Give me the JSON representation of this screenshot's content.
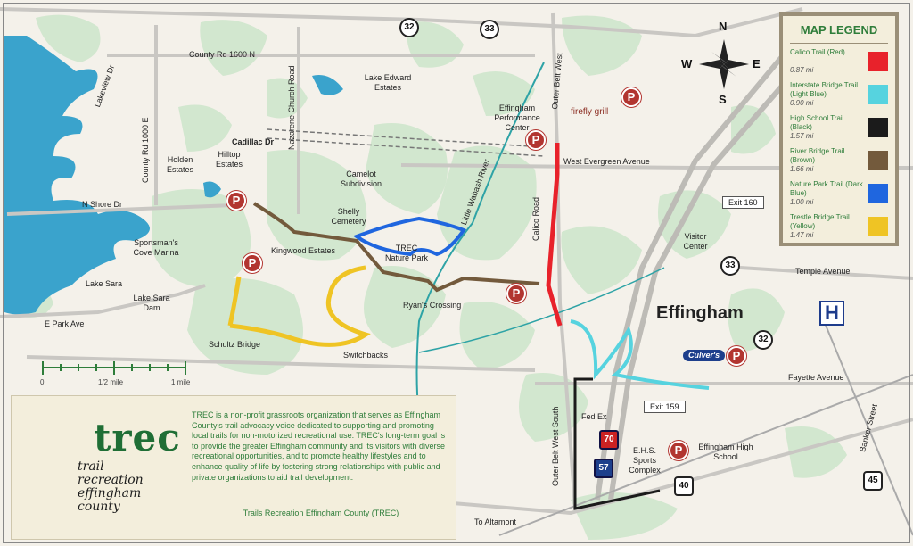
{
  "legend": {
    "title": "MAP LEGEND",
    "items": [
      {
        "name": "Calico Trail (Red)",
        "distance": "0.87 mi",
        "color": "#e8222b"
      },
      {
        "name": "Interstate Bridge Trail (Light Blue)",
        "distance": "0.90 mi",
        "color": "#56d3df"
      },
      {
        "name": "High School Trail (Black)",
        "distance": "1.57 mi",
        "color": "#1b1b1b"
      },
      {
        "name": "River Bridge Trail (Brown)",
        "distance": "1.66 mi",
        "color": "#735a3c"
      },
      {
        "name": "Nature Park Trail (Dark Blue)",
        "distance": "1.00 mi",
        "color": "#1f66df"
      },
      {
        "name": "Trestle Bridge Trail (Yellow)",
        "distance": "1.47 mi",
        "color": "#efc424"
      }
    ]
  },
  "compass": {
    "n": "N",
    "s": "S",
    "e": "E",
    "w": "W"
  },
  "roads": {
    "county_rd_1600": "County Rd 1600 N",
    "lakeview": "Lakeview Dr",
    "county_rd_1000": "County Rd 1000 E",
    "nazarene": "Nazarene Church Road",
    "cadillac": "Cadillac Dr",
    "n_shore": "N Shore Dr",
    "e_park": "E Park Ave",
    "outer_belt_west": "Outer Belt West",
    "outer_belt_west_south": "Outer Belt West South",
    "calico_road": "Calico Road",
    "west_evergreen": "West Evergreen Avenue",
    "temple": "Temple Avenue",
    "fayette": "Fayette Avenue",
    "banker": "Banker Street",
    "river": "Little Wabash River",
    "to_altamont": "To Altamont"
  },
  "shields": {
    "r32a": "32",
    "r33a": "33",
    "r33b": "33",
    "r32b": "32",
    "i70": "70",
    "i57": "57",
    "us40": "40",
    "us45": "45"
  },
  "exits": {
    "exit160": "Exit 160",
    "exit159": "Exit 159"
  },
  "places": {
    "lake_edward": "Lake Edward Estates",
    "holden": "Holden Estates",
    "hilltop": "Hilltop Estates",
    "camelot": "Camelot Subdivision",
    "shelly": "Shelly Cemetery",
    "trec_park": "TREC Nature Park",
    "kingwood": "Kingwood Estates",
    "sportsman": "Sportsman's Cove Marina",
    "lake_sara": "Lake Sara",
    "lake_sara_dam": "Lake Sara Dam",
    "schultz": "Schultz Bridge",
    "switchbacks": "Switchbacks",
    "ryans": "Ryan's Crossing",
    "performance": "Effingham Performance Center",
    "firefly": "firefly grill",
    "visitor": "Visitor Center",
    "effingham": "Effingham",
    "culvers": "Culver's",
    "fedex": "Fed Ex",
    "ehs_complex": "E.H.S. Sports Complex",
    "ehs": "Effingham High School"
  },
  "pin_letter": "P",
  "hospital": "H",
  "scale": {
    "zero": "0",
    "half": "1/2 mile",
    "one": "1 mile"
  },
  "info": {
    "brand": "trec",
    "tag1": "trail",
    "tag2": "recreation",
    "tag3": "effingham",
    "tag4": "county",
    "body": "TREC is a non-profit grassroots organization that serves as Effingham County's trail advocacy voice dedicated to supporting and promoting local trails for non-motorized recreational use. TREC's long-term goal is to provide the greater Effingham community and its visitors with diverse recreational opportunities, and to promote healthy lifestyles and to enhance quality of life by fostering strong relationships with public and private organizations to aid trail development.",
    "footer": "Trails Recreation Effingham County (TREC)"
  }
}
